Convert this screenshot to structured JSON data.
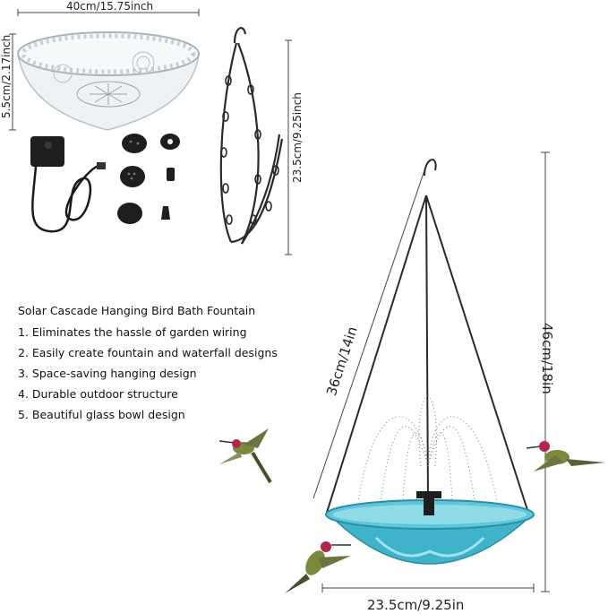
{
  "dimensions": {
    "bowl_width": "40cm/15.75inch",
    "bowl_height": "5.5cm/2.17inch",
    "chain_length": "23.5cm/9.25inch",
    "hanging_chain": "36cm/14in",
    "total_height": "46cm/18in",
    "bowl_diameter": "23.5cm/9.25in"
  },
  "features": {
    "title": "Solar Cascade Hanging Bird Bath Fountain",
    "items": [
      "1. Eliminates the hassle of garden wiring",
      "2. Easily create fountain and waterfall designs",
      "3. Space-saving hanging design",
      "4. Durable outdoor structure",
      "5. Beautiful glass bowl design"
    ]
  },
  "colors": {
    "bowl_blue": "#3fb3c9",
    "chain": "#2a2a2a",
    "pump": "#1e1e1e",
    "bird_green": "#7a8a3c",
    "bird_throat": "#b3264a"
  }
}
